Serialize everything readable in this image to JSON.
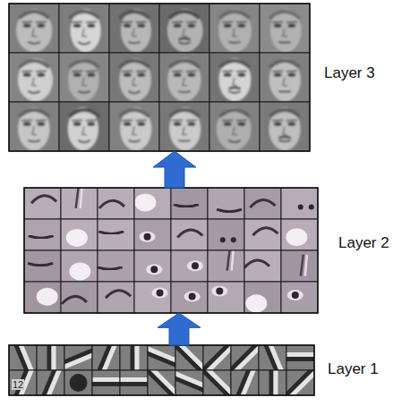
{
  "diagram": {
    "nodes": [
      {
        "text": [
          "Layer 3"
        ]
      },
      {
        "text": [
          "Layer 2"
        ]
      },
      {
        "text": [
          "Layer 1"
        ]
      }
    ],
    "edges": [
      {
        "from": 2,
        "to": 1,
        "arrow": "to"
      },
      {
        "from": 1,
        "to": 0,
        "arrow": "to"
      }
    ],
    "labels": [
      "12"
    ]
  }
}
